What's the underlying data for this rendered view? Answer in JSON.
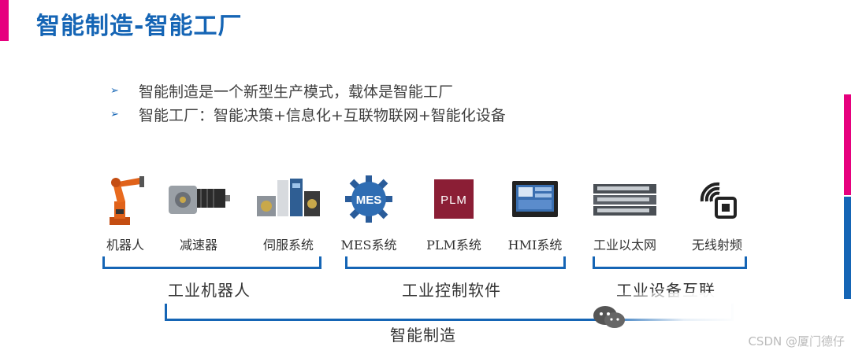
{
  "slide": {
    "title": "智能制造-智能工厂",
    "bullets": [
      "智能制造是一个新型生产模式，载体是智能工厂",
      "智能工厂：智能决策+信息化+互联物联网+智能化设备"
    ]
  },
  "items": [
    {
      "label": "机器人",
      "icon": "industrial-robot-icon"
    },
    {
      "label": "减速器",
      "icon": "gear-reducer-icon"
    },
    {
      "label": "伺服系统",
      "icon": "servo-system-icon"
    },
    {
      "label": "MES系统",
      "icon": "mes-gear-icon"
    },
    {
      "label": "PLM系统",
      "icon": "plm-logo-icon"
    },
    {
      "label": "HMI系统",
      "icon": "hmi-panel-icon"
    },
    {
      "label": "工业以太网",
      "icon": "network-switch-icon"
    },
    {
      "label": "无线射频",
      "icon": "rfid-icon"
    }
  ],
  "groups": {
    "robot": "工业机器人",
    "software": "工业控制软件",
    "interconnect": "工业设备互联",
    "overall": "智能制造"
  },
  "logos": {
    "mes": "MES",
    "plm": "PLM"
  },
  "watermark": "CSDN @厦门德仔",
  "colors": {
    "primary": "#1565b5",
    "accent": "#e6007e",
    "plm_box": "#8b1e35"
  }
}
